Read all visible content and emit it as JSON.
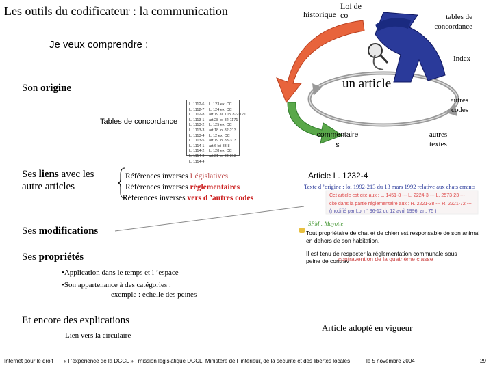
{
  "title": "Les outils du codificateur : la communication",
  "subtitle": "Je veux comprendre :",
  "top_labels": {
    "historique": "historique",
    "loi_de": "Loi de",
    "co": "co",
    "tables_concordance": "tables de concordance",
    "index": "Index",
    "autres_codes": "autres codes",
    "autres_textes": "autres textes",
    "commentaires": "commentaire s"
  },
  "center_label": "un article",
  "son_origine": {
    "prefix": "Son ",
    "bold": "origine"
  },
  "tables_concordance_label": "Tables de concordance",
  "concordance_table": {
    "col1": [
      "L. 1112-6",
      "L. 1112-7",
      "L. 1112-8",
      "L. 1113-1",
      "L. 1113-2",
      "L. 1113-3",
      "L. 1113-4",
      "L. 1113-5",
      "L. 1114-1",
      "L. 1114-2",
      "L. 1114-3",
      "L. 1114-4"
    ],
    "col2": [
      "L. 123 ex. CC",
      "L. 124 ex. CC",
      "art.19 al. 1 loi 82-1171",
      "art.28 loi 82-1171",
      "L. 125 ex. CC",
      "art.18 loi 82-213",
      "L. 12 ex. CC",
      "art.19 loi 83-313",
      "art.6 loi 83-8",
      "L. 128 ex. CC",
      "art.21 loi 83-313",
      ""
    ]
  },
  "ses_liens": {
    "prefix": "Ses ",
    "bold": "liens",
    "rest1": " avec les",
    "rest2": "autre articles"
  },
  "references": {
    "line1_prefix": "Références inverses ",
    "line1_highlight": "Législatives",
    "line2_prefix": "Références inverses ",
    "line2_highlight": "réglementaires",
    "line3_prefix": "Références inverses ",
    "line3_highlight": "vers d ’autres codes"
  },
  "ses_modifications": {
    "prefix": "Ses ",
    "bold": "modifications"
  },
  "ses_proprietes": {
    "prefix": "Ses ",
    "bold": "propriétés"
  },
  "proprietes_bullets": [
    "•Application dans le temps et l ’espace",
    "•Son appartenance à des catégories :"
  ],
  "exemple": "exemple : échelle des peines",
  "et_encore": "Et encore des explications",
  "lien_circulaire": "Lien vers la circulaire",
  "article": {
    "heading": "Article L. 1232-4",
    "texte_origine": "Texte d ’origine : loi 1992-213 du 13 mars 1992 relative aux chats errants",
    "line_a": "Cet article est cité aux : L. 1451-8 --- L. 2224-3 --- L. 2573-23 ---",
    "line_b": "cité dans la partie réglementaire aux : R. 2221-38 --- R. 2221-72 ---",
    "line_c": "(modifié par Loi n° 96-12 du 12 avril 1996, art. 75 )",
    "spm": "SPM : Mayotte",
    "para1": "Tout propriétaire de chat et de chien est responsable de son animal en dehors de son habitation.",
    "para2a": "Il est tenu de respecter la réglementation communale sous",
    "para2b": "peine de contrav",
    "para2c": "contravention de la quatrième classe"
  },
  "article_adopte": "Article adopté en vigueur",
  "footer": {
    "left": "Internet pour le droit",
    "middle": "« l ’expérience de la DGCL » : mission législatique  DGCL, Ministère de l ’intérieur, de la sécurité et des libertés locales",
    "date": "le 5 novembre 2004",
    "page": "29"
  },
  "colors": {
    "orange": "#e8643c",
    "green": "#5aa84a",
    "blue": "#2a3a9a",
    "darkblue": "#1a2a80",
    "gray": "#888888",
    "red": "#cc2222"
  }
}
